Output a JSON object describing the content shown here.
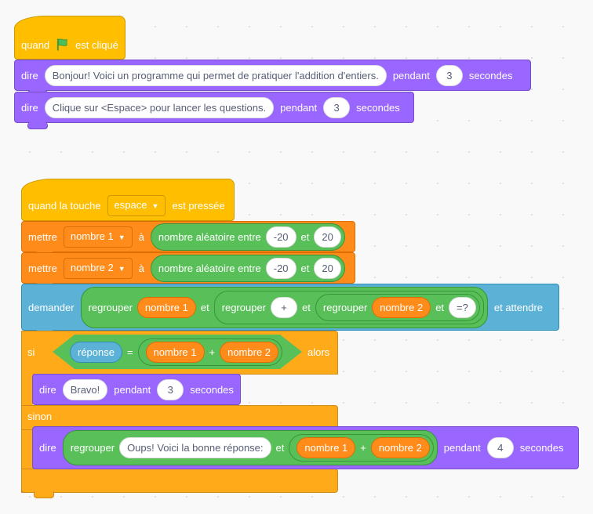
{
  "script1": {
    "hat": {
      "label1": "quand",
      "label2": "est cliqué",
      "icon": "green-flag-icon"
    },
    "say1": {
      "label": "dire",
      "text": "Bonjour! Voici un programme qui permet de pratiquer l'addition d'entiers.",
      "pendant": "pendant",
      "secs": "3",
      "secondes": "secondes"
    },
    "say2": {
      "label": "dire",
      "text": "Clique sur <Espace> pour lancer les questions.",
      "pendant": "pendant",
      "secs": "3",
      "secondes": "secondes"
    }
  },
  "script2": {
    "hat": {
      "label1": "quand la touche",
      "key": "espace",
      "label2": "est pressée"
    },
    "set1": {
      "label": "mettre",
      "var": "nombre 1",
      "a": "à",
      "random": "nombre aléatoire entre",
      "from": "-20",
      "et": "et",
      "to": "20"
    },
    "set2": {
      "label": "mettre",
      "var": "nombre 2",
      "a": "à",
      "random": "nombre aléatoire entre",
      "from": "-20",
      "et": "et",
      "to": "20"
    },
    "ask": {
      "label": "demander",
      "join": "regrouper",
      "var1": "nombre 1",
      "et": "et",
      "plus": "+",
      "var2": "nombre 2",
      "eq": "=?",
      "wait": "et attendre"
    },
    "if": {
      "si": "si",
      "answer": "réponse",
      "equals": "=",
      "var1": "nombre 1",
      "plus": "+",
      "var2": "nombre 2",
      "alors": "alors",
      "sinon": "sinon"
    },
    "say_bravo": {
      "label": "dire",
      "text": "Bravo!",
      "pendant": "pendant",
      "secs": "3",
      "secondes": "secondes"
    },
    "say_oops": {
      "label": "dire",
      "join": "regrouper",
      "text": "Oups! Voici la bonne réponse:",
      "et": "et",
      "var1": "nombre 1",
      "plus": "+",
      "var2": "nombre 2",
      "pendant": "pendant",
      "secs": "4",
      "secondes": "secondes"
    }
  },
  "colors": {
    "events": "#ffbf00",
    "looks": "#9966ff",
    "variables": "#ff8c1a",
    "operators": "#59c059",
    "sensing": "#5cb1d6",
    "control": "#ffab19"
  }
}
